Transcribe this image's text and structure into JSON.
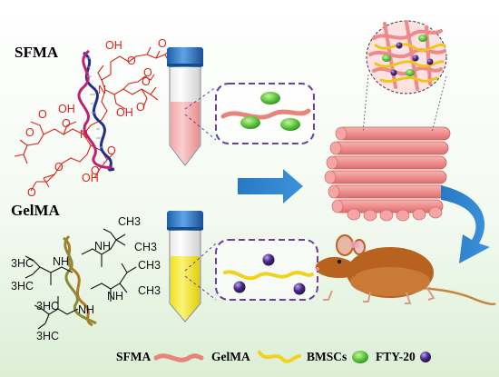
{
  "labels": {
    "top_material": "SFMA",
    "bottom_material": "GelMA"
  },
  "gelma_groups": {
    "g1": "CH3",
    "g2": "3HC",
    "g3": "3HC",
    "g4": "CH3",
    "g5": "CH3",
    "g6": "3HC",
    "g7": "3HC",
    "nh1": "NH",
    "nh2": "NH",
    "nh3": "NH",
    "nh4": "NH"
  },
  "sfma_groups": {
    "n1": "N",
    "n2": "N",
    "oh1": "OH",
    "oh2": "OH",
    "oh3": "OH",
    "oh4": "OH",
    "o": [
      "O",
      "O",
      "O",
      "O",
      "O",
      "O",
      "O",
      "O",
      "O",
      "O",
      "O",
      "O"
    ]
  },
  "legend": {
    "sfma": "SFMA",
    "gelma": "GelMA",
    "bmscs": "BMSCs",
    "fty": "FTY-20"
  },
  "colors": {
    "sfma_strand": "#e8847a",
    "gelma_strand": "#f2d21c",
    "bmsc": "#58c23a",
    "fty": "#4a2a8a",
    "arrow": "#2f7fc4",
    "scaffold": "#ef8e8e",
    "dashed_box": "#6f3f9e",
    "sfma_chem": "#d9261c",
    "gelma_chem": "#111111"
  }
}
